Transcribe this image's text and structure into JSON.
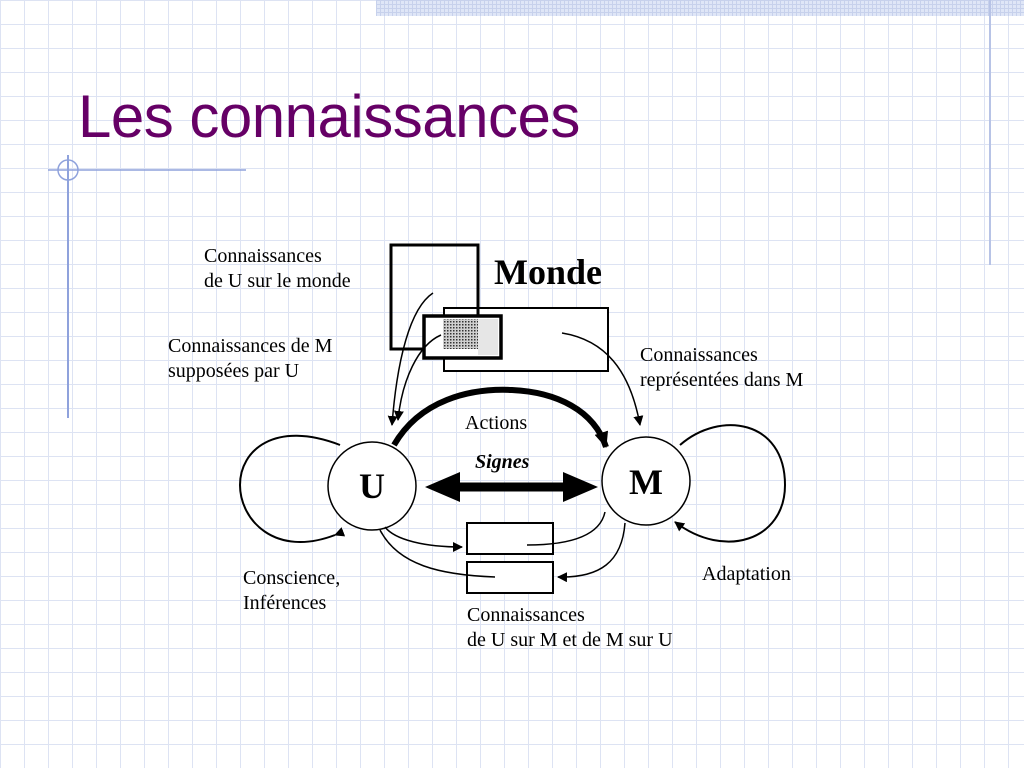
{
  "slide": {
    "title": "Les connaissances"
  },
  "diagram": {
    "monde_label": "Monde",
    "node_u": "U",
    "node_m": "M",
    "actions_label": "Actions",
    "signes_label": "Signes",
    "label_u_monde_line1": "Connaissances",
    "label_u_monde_line2": "de U sur le monde",
    "label_m_supposees_line1": "Connaissances de M",
    "label_m_supposees_line2": "supposées par U",
    "label_representees_line1": "Connaissances",
    "label_representees_line2": "représentées dans M",
    "label_conscience_line1": "Conscience,",
    "label_conscience_line2": "Inférences",
    "label_adaptation": "Adaptation",
    "label_mutuelles_line1": "Connaissances",
    "label_mutuelles_line2": "de U sur M et de M sur U"
  }
}
